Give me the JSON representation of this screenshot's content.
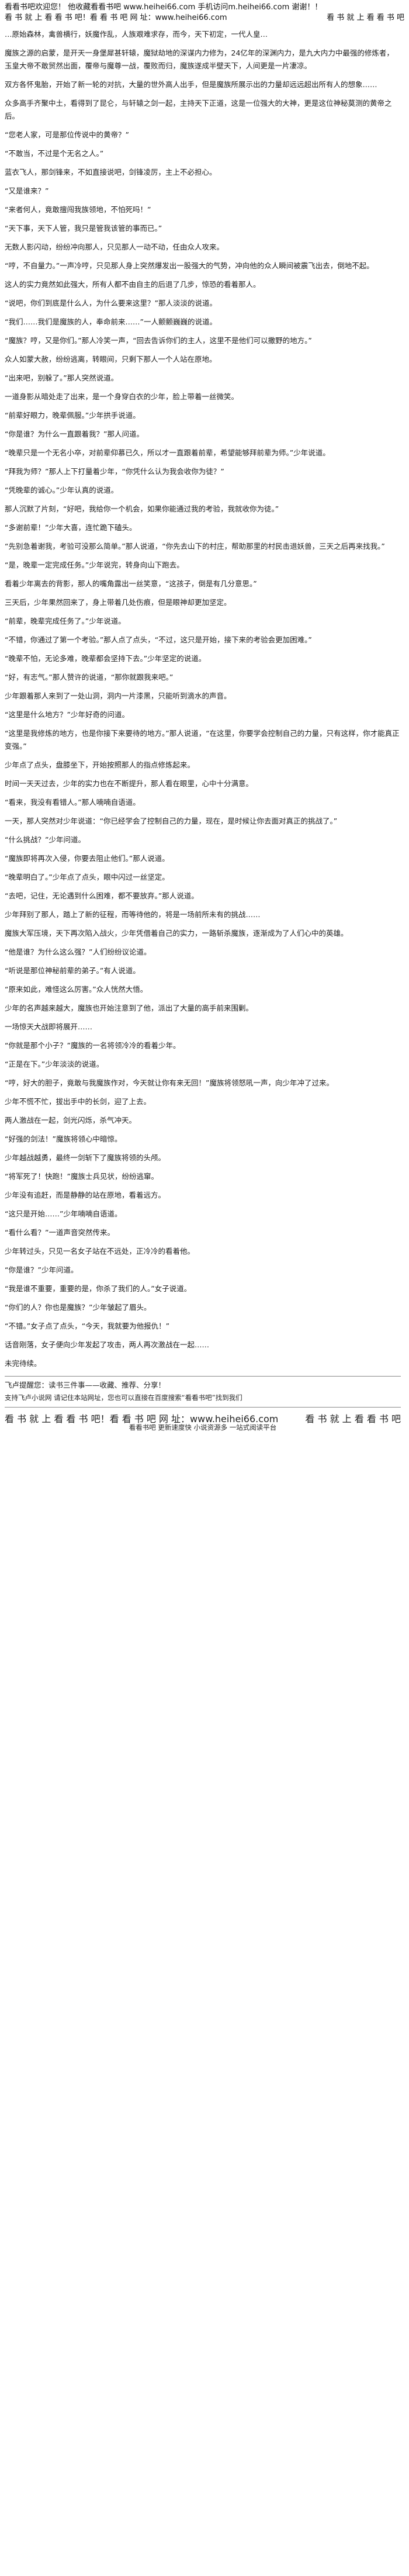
{
  "header": {
    "top_line": "看看书吧欢迎您！ 他收藏看看书吧 www.heihei66.com 手机访问m.heihei66.com 谢谢！！",
    "sub_left": "看 书 就 上 看 看 书 吧！看 看 书 吧 网 址：www.heihei66.com",
    "sub_right": "看 书 就 上 看 看 书 吧"
  },
  "paragraphs": [
    "…原始森林，禽兽横行，妖魔作乱，人族艰难求存，而今，天下初定，一代人皇…",
    "魔族之源的启蒙，是开天一身堡犀甚轩辕，魔狱劫地的深谋内力修为，24亿年的深渊内力，是九大内力中最强的修炼者，玉皇大帝不敢贸然出面，覆帝与魔尊一战，覆败而归，魔族遂成半壁天下，人间更是一片凄凉。",
    "双方各怀鬼胎，开始了新一轮的对抗，大量的世外高人出手，但是魔族所展示出的力量却远远超出所有人的想象……",
    "众多高手齐聚中土，看得到了昆仑，与轩辕之剑一起，主持天下正道，这是一位强大的大神，更是这位神秘莫测的黄帝之后。",
    "“您老人家，可是那位传说中的黄帝？”",
    "“不敢当，不过是个无名之人。”",
    "蓝衣飞人，那剑锋来，不如直接说吧，剑锋凌厉，主上不必担心。",
    "“又是谁来？”",
    "“来者何人，竟敢擅闯我族领地，不怕死吗！”",
    "“天下事，天下人管，我只是管我该管的事而已。”",
    "无数人影闪动，纷纷冲向那人，只见那人一动不动，任由众人攻来。",
    "“哼，不自量力。”一声冷哼，只见那人身上突然爆发出一股强大的气势，冲向他的众人瞬间被震飞出去，倒地不起。",
    "这人的实力竟然如此强大，所有人都不由自主的后退了几步，惊恐的看着那人。",
    "“说吧，你们到底是什么人，为什么要来这里？”那人淡淡的说道。",
    "“我们……我们是魔族的人，奉命前来……”一人颤颤巍巍的说道。",
    "“魔族？哼，又是你们。”那人冷笑一声，“回去告诉你们的主人，这里不是他们可以撒野的地方。”",
    "众人如蒙大赦，纷纷逃离，转眼间，只剩下那人一个人站在原地。",
    "“出来吧，别躲了。”那人突然说道。",
    "一道身影从暗处走了出来，是一个身穿白衣的少年，脸上带着一丝微笑。",
    "“前辈好眼力，晚辈佩服。”少年拱手说道。",
    "“你是谁？为什么一直跟着我？”那人问道。",
    "“晚辈只是一个无名小卒，对前辈仰慕已久，所以才一直跟着前辈，希望能够拜前辈为师。”少年说道。",
    "“拜我为师？”那人上下打量着少年，“你凭什么认为我会收你为徒？”",
    "“凭晚辈的诚心。”少年认真的说道。",
    "那人沉默了片刻，“好吧，我给你一个机会，如果你能通过我的考验，我就收你为徒。”",
    "“多谢前辈！”少年大喜，连忙跪下磕头。",
    "“先别急着谢我，考验可没那么简单。”那人说道，“你先去山下的村庄，帮助那里的村民击退妖兽，三天之后再来找我。”",
    "“是，晚辈一定完成任务。”少年说完，转身向山下跑去。",
    "看着少年离去的背影，那人的嘴角露出一丝笑意，“这孩子，倒是有几分意思。”",
    "三天后，少年果然回来了，身上带着几处伤痕，但是眼神却更加坚定。",
    "“前辈，晚辈完成任务了。”少年说道。",
    "“不错，你通过了第一个考验。”那人点了点头，“不过，这只是开始，接下来的考验会更加困难。”",
    "“晚辈不怕，无论多难，晚辈都会坚持下去。”少年坚定的说道。",
    "“好，有志气。”那人赞许的说道，“那你就跟我来吧。”",
    "少年跟着那人来到了一处山洞，洞内一片漆黑，只能听到滴水的声音。",
    "“这里是什么地方？”少年好奇的问道。",
    "“这里是我修炼的地方，也是你接下来要待的地方。”那人说道，“在这里，你要学会控制自己的力量，只有这样，你才能真正变强。”",
    "少年点了点头，盘膝坐下，开始按照那人的指点修炼起来。",
    "时间一天天过去，少年的实力也在不断提升，那人看在眼里，心中十分满意。",
    "“看来，我没有看错人。”那人喃喃自语道。",
    "一天，那人突然对少年说道：“你已经学会了控制自己的力量，现在，是时候让你去面对真正的挑战了。”",
    "“什么挑战？”少年问道。",
    "“魔族即将再次入侵，你要去阻止他们。”那人说道。",
    "“晚辈明白了。”少年点了点头，眼中闪过一丝坚定。",
    "“去吧，记住，无论遇到什么困难，都不要放弃。”那人说道。",
    "少年拜别了那人，踏上了新的征程，而等待他的，将是一场前所未有的挑战……",
    "魔族大军压境，天下再次陷入战火，少年凭借着自己的实力，一路斩杀魔族，逐渐成为了人们心中的英雄。",
    "“他是谁？为什么这么强？”人们纷纷议论道。",
    "“听说是那位神秘前辈的弟子。”有人说道。",
    "“原来如此，难怪这么厉害。”众人恍然大悟。",
    "少年的名声越来越大，魔族也开始注意到了他，派出了大量的高手前来围剿。",
    "一场惊天大战即将展开……",
    "“你就是那个小子？”魔族的一名将领冷冷的看着少年。",
    "“正是在下。”少年淡淡的说道。",
    "“哼，好大的胆子，竟敢与我魔族作对，今天就让你有来无回！”魔族将领怒吼一声，向少年冲了过来。",
    "少年不慌不忙，拔出手中的长剑，迎了上去。",
    "两人激战在一起，剑光闪烁，杀气冲天。",
    "“好强的剑法！”魔族将领心中暗惊。",
    "少年越战越勇，最终一剑斩下了魔族将领的头颅。",
    "“将军死了！快跑！”魔族士兵见状，纷纷逃窜。",
    "少年没有追赶，而是静静的站在原地，看着远方。",
    "“这只是开始……”少年喃喃自语道。",
    "“看什么看？”一道声音突然传来。",
    "少年转过头，只见一名女子站在不远处，正冷冷的看着他。",
    "“你是谁？”少年问道。",
    "“我是谁不重要，重要的是，你杀了我们的人。”女子说道。",
    "“你们的人？你也是魔族？”少年皱起了眉头。",
    "“不错。”女子点了点头，“今天，我就要为他报仇！”",
    "话音刚落，女子便向少年发起了攻击，两人再次激战在一起……",
    "未完待续。"
  ],
  "footer": {
    "author_note": "飞卢提醒您：读书三件事——收藏、推荐、分享！",
    "reader_note": "支持飞卢小说网 请记住本站网址，您也可以直接在百度搜索“看看书吧”找到我们",
    "bottom_left": "看 书 就 上 看 看 书 吧！看 看 书 吧 网 址：www.heihei66.com",
    "bottom_right": "看 书 就 上 看 看 书 吧",
    "ad": "看看书吧 更新速度快 小说资源多 一站式阅读平台"
  }
}
